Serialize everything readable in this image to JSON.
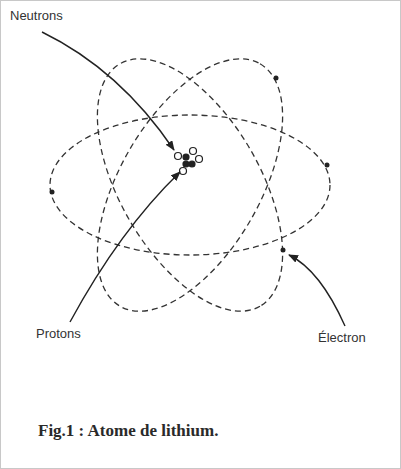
{
  "diagram": {
    "caption": "Fig.1 : Atome de lithium.",
    "labels": [
      "Neutrons",
      "Protons",
      "Électron"
    ]
  }
}
